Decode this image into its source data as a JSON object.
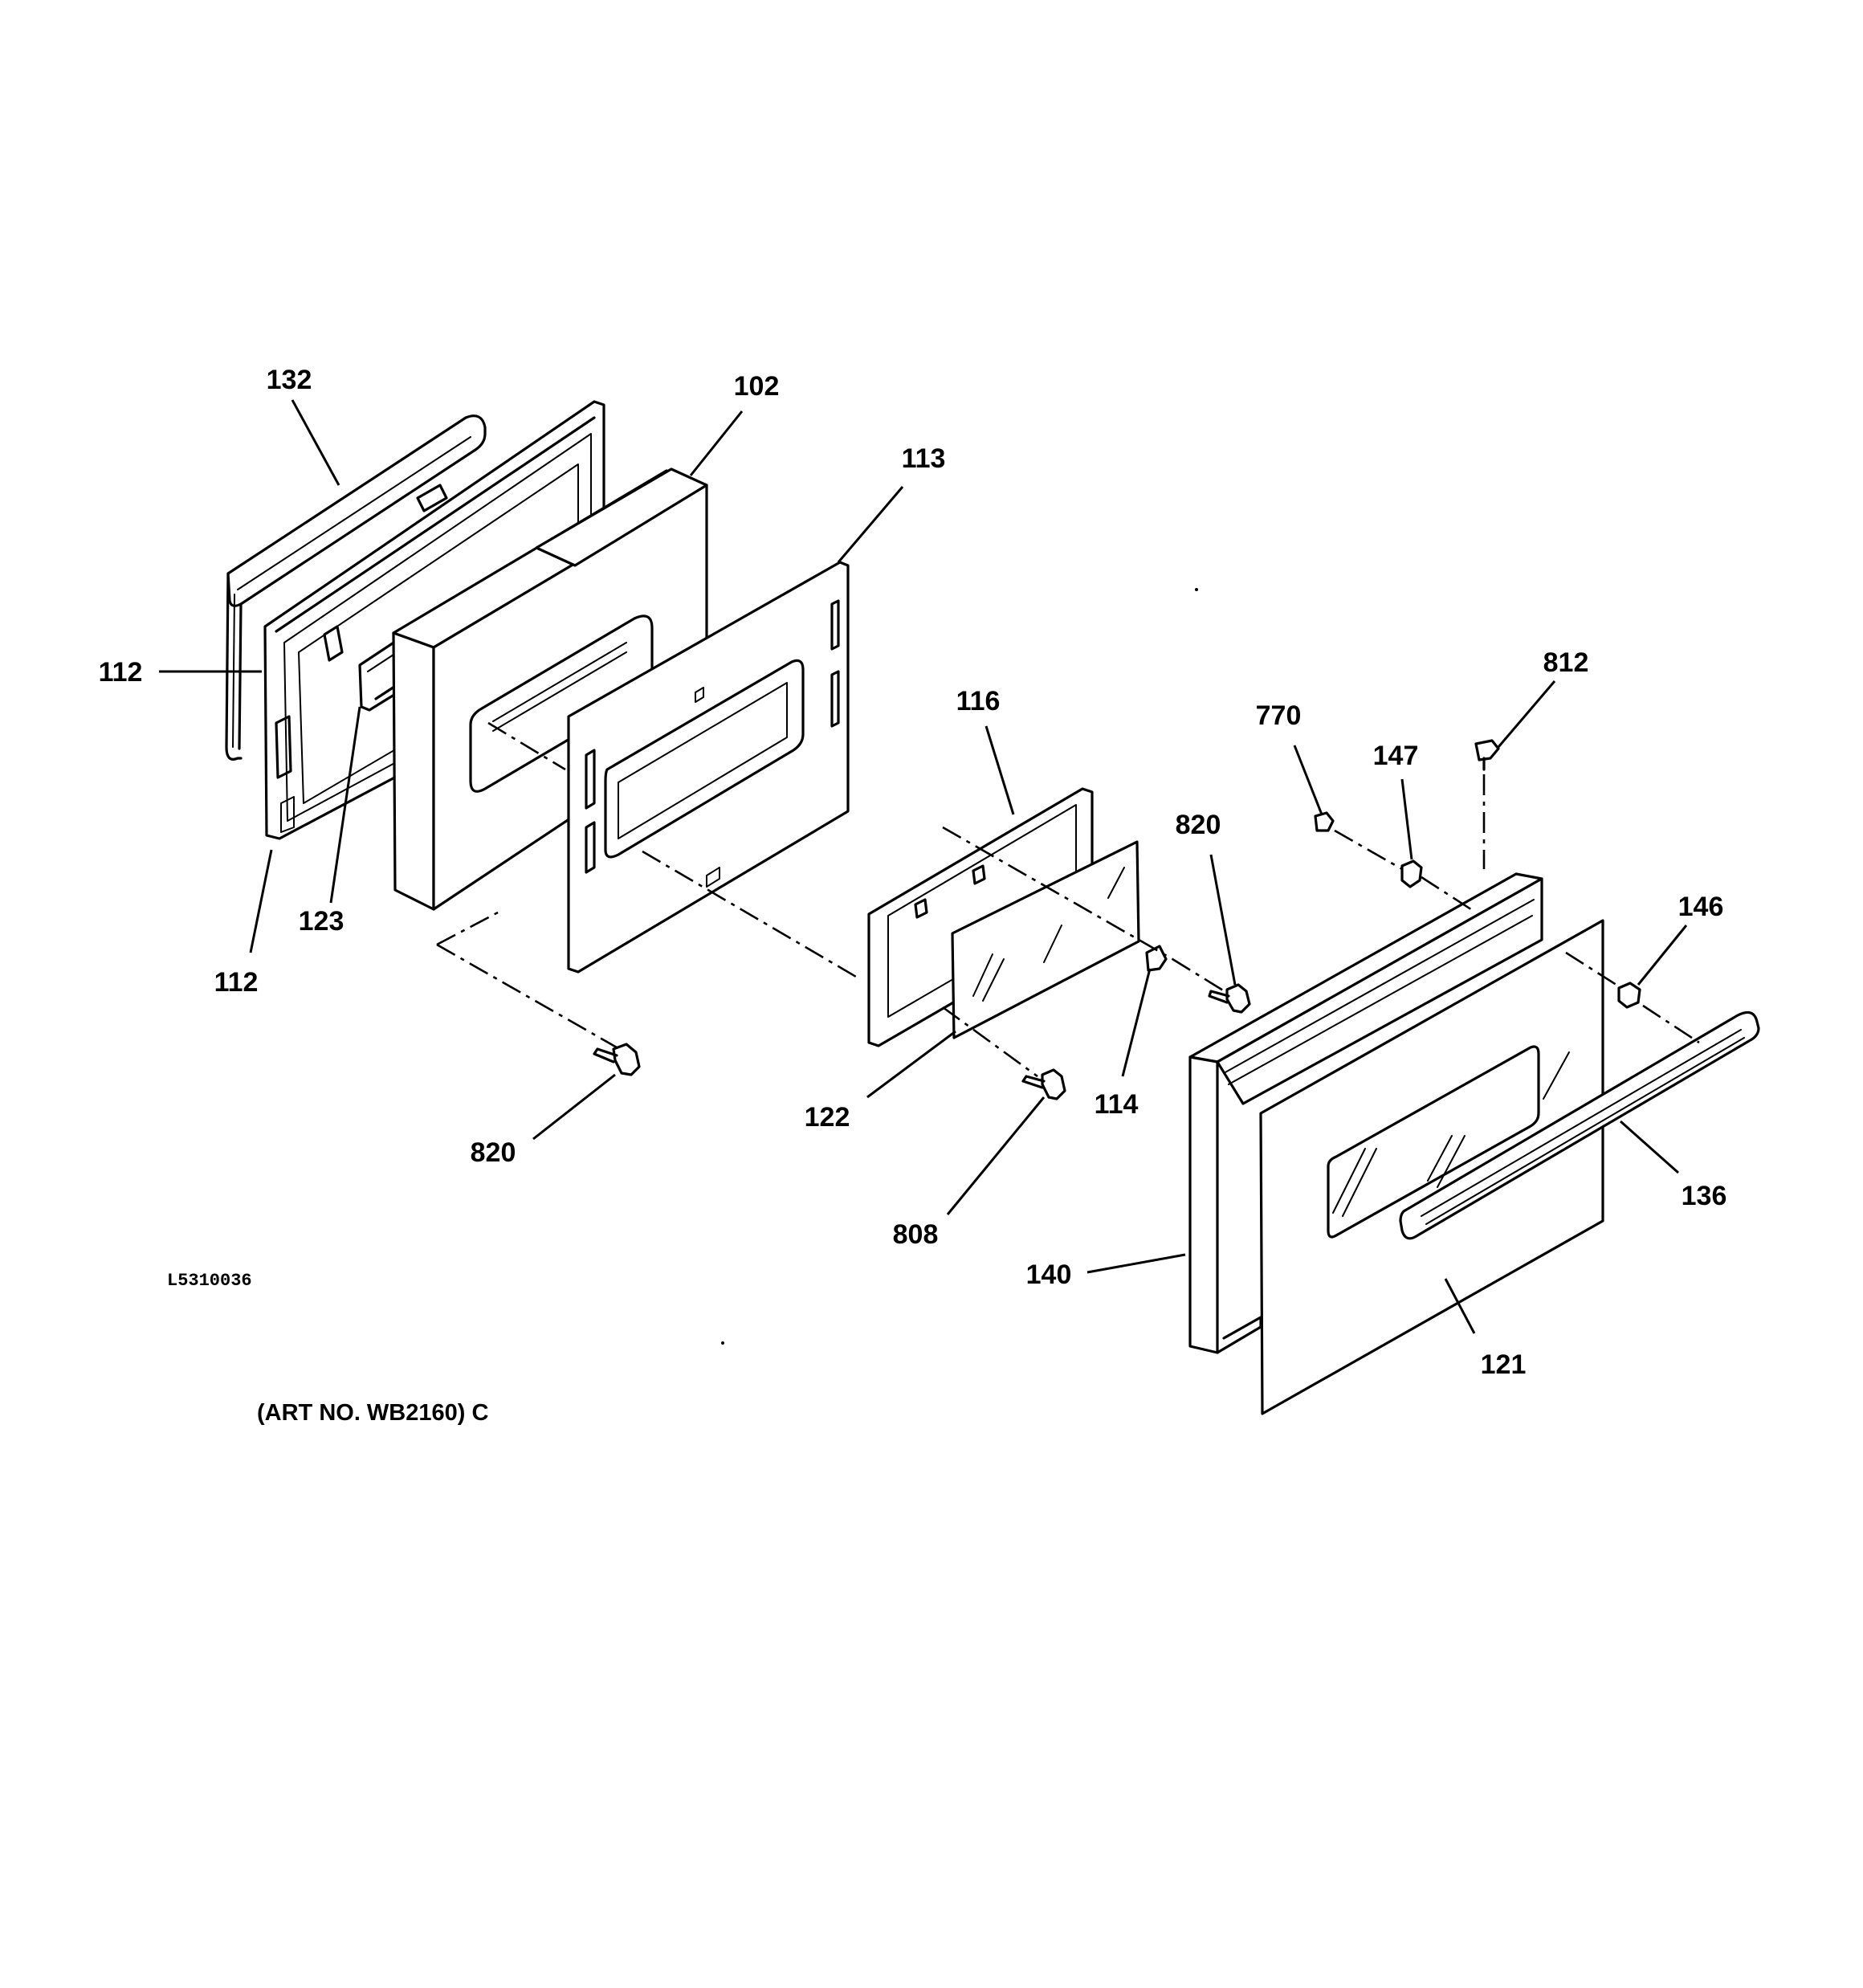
{
  "diagram": {
    "callouts": [
      {
        "id": "c132",
        "label": "132"
      },
      {
        "id": "c102",
        "label": "102"
      },
      {
        "id": "c113",
        "label": "113"
      },
      {
        "id": "c112a",
        "label": "112"
      },
      {
        "id": "c112b",
        "label": "112"
      },
      {
        "id": "c123",
        "label": "123"
      },
      {
        "id": "c116",
        "label": "116"
      },
      {
        "id": "c820a",
        "label": "820"
      },
      {
        "id": "c122",
        "label": "122"
      },
      {
        "id": "c114",
        "label": "114"
      },
      {
        "id": "c808",
        "label": "808"
      },
      {
        "id": "c820b",
        "label": "820"
      },
      {
        "id": "c770",
        "label": "770"
      },
      {
        "id": "c147",
        "label": "147"
      },
      {
        "id": "c812",
        "label": "812"
      },
      {
        "id": "c146",
        "label": "146"
      },
      {
        "id": "c136",
        "label": "136"
      },
      {
        "id": "c140",
        "label": "140"
      },
      {
        "id": "c121",
        "label": "121"
      }
    ],
    "drawing_code": "L5310036",
    "art_number": "(ART NO. WB2160) C"
  }
}
